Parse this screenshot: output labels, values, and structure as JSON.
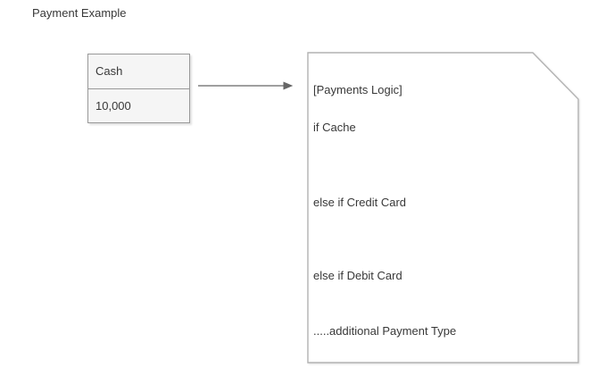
{
  "title": "Payment Example",
  "cash_box": {
    "header": "Cash",
    "value": "10,000"
  },
  "note": {
    "lines": [
      "[Payments Logic]",
      "if Cache",
      "else if Credit Card",
      "else if Debit Card",
      ".....additional Payment Type"
    ]
  },
  "colors": {
    "background": "#ffffff",
    "box_fill": "#f5f5f5",
    "box_border": "#999999",
    "note_fill": "#ffffff",
    "note_border": "#b3b3b3",
    "arrow": "#666666",
    "text": "#383838"
  }
}
